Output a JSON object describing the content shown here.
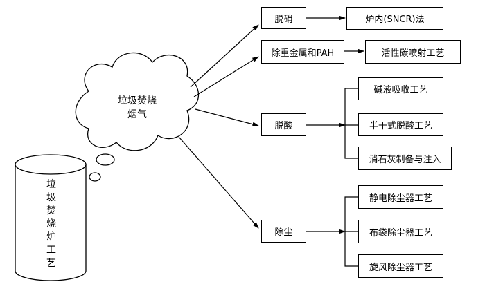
{
  "diagram": {
    "source": {
      "cloud_text_line1": "垃圾焚烧",
      "cloud_text_line2": "烟气"
    },
    "furnace": {
      "text_chars": [
        "垃",
        "圾",
        "焚",
        "烧",
        "炉",
        "工",
        "艺"
      ]
    },
    "nodes": {
      "denitration": "脱硝",
      "heavy_metal_pah": "除重金属和PAH",
      "deacidification": "脱酸",
      "dedusting": "除尘"
    },
    "processes": {
      "sncr": "炉内(SNCR)法",
      "activated_carbon": "活性碳喷射工艺",
      "alkali_absorption": "碱液吸收工艺",
      "semi_dry": "半干式脱酸工艺",
      "lime_injection": "消石灰制备与注入",
      "esp": "静电除尘器工艺",
      "bag_filter": "布袋除尘器工艺",
      "cyclone": "旋风除尘器工艺"
    }
  }
}
